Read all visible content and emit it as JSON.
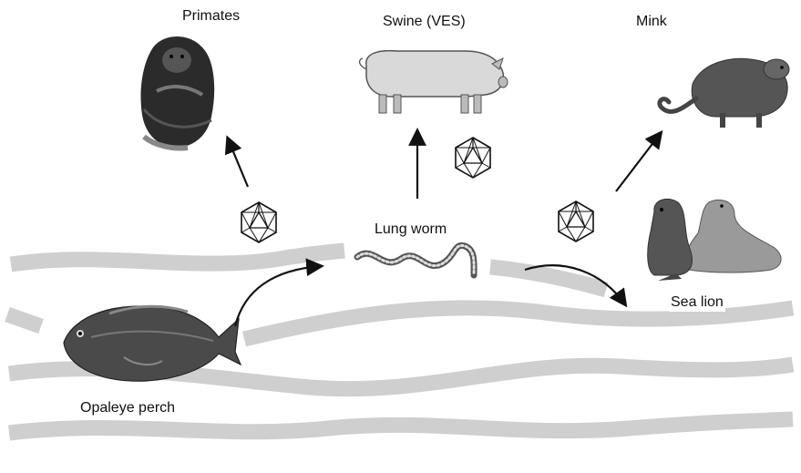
{
  "labels": {
    "primates": "Primates",
    "swine": "Swine (VES)",
    "mink": "Mink",
    "lung_worm": "Lung worm",
    "sea_lion": "Sea lion",
    "opaleye_perch": "Opaleye perch"
  },
  "icons": {
    "virus": "icosahedral-virus-icon",
    "primate": "chimpanzee-illustration",
    "swine": "pig-illustration",
    "mink": "mink-illustration",
    "sea_lion": "sea-lion-illustration",
    "fish": "opaleye-perch-illustration",
    "worm": "lungworm-illustration"
  },
  "colors": {
    "waves": "#cfcfcf",
    "ink": "#111111"
  }
}
